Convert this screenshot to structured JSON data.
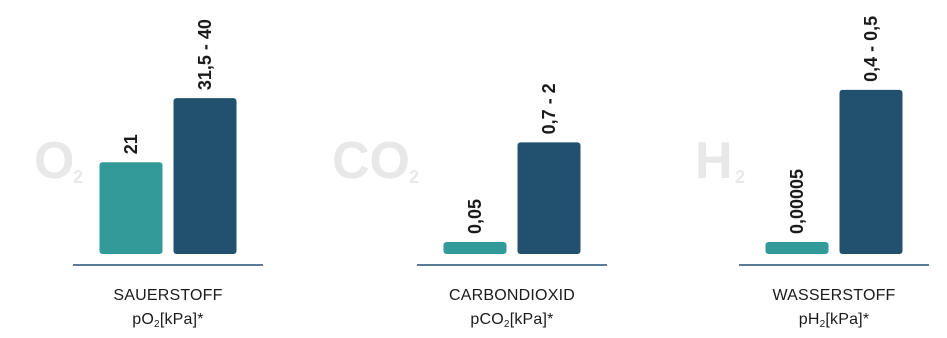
{
  "colors": {
    "reference": "#339a99",
    "target": "#22506f",
    "baseline": "#274f74",
    "symbol": "#e8e8e8",
    "text": "#1a1a1a"
  },
  "chart_data": [
    {
      "type": "bar",
      "gas_symbol": "O",
      "gas_symbol_sub": "2",
      "caption": "SAUERSTOFF",
      "unit_prefix": "pO",
      "unit_sub": "2",
      "unit_suffix": "[kPa]*",
      "categories": [
        "",
        ""
      ],
      "values": [
        21,
        36
      ],
      "labels": [
        "21",
        "31,5 - 40"
      ],
      "ylim": [
        0,
        55
      ]
    },
    {
      "type": "bar",
      "gas_symbol": "CO",
      "gas_symbol_sub": "2",
      "caption": "CARBONDIOXID",
      "unit_prefix": "pCO",
      "unit_sub": "2",
      "unit_suffix": "[kPa]*",
      "categories": [
        "",
        ""
      ],
      "values": [
        0.05,
        0.7
      ],
      "labels": [
        "0,05",
        "0,7 - 2"
      ],
      "ylim": [
        0,
        1.5
      ]
    },
    {
      "type": "bar",
      "gas_symbol": "H",
      "gas_symbol_sub": "2",
      "caption": "WASSERSTOFF",
      "unit_prefix": "pH",
      "unit_sub": "2",
      "unit_suffix": "[kPa]*",
      "categories": [
        "",
        ""
      ],
      "values": [
        5e-05,
        0.4
      ],
      "labels": [
        "0,00005",
        "0,4 - 0,5"
      ],
      "ylim": [
        0,
        0.58
      ]
    }
  ]
}
